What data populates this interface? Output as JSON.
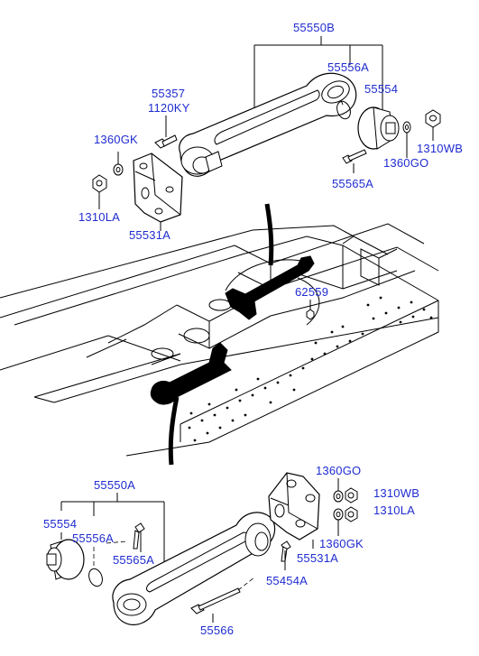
{
  "labels": {
    "p55550B": "55550B",
    "p55556A_top": "55556A",
    "p55554_top": "55554",
    "p55357": "55357",
    "p1120KY": "1120KY",
    "p1360GK_top": "1360GK",
    "p1310WB_top": "1310WB",
    "p1360GO_top": "1360GO",
    "p55565A_top": "55565A",
    "p1310LA_top": "1310LA",
    "p55531A_top": "55531A",
    "p62559": "62559",
    "p55550A": "55550A",
    "p55554_bot": "55554",
    "p55556A_bot": "55556A",
    "p55565A_bot": "55565A",
    "p1360GO_bot": "1360GO",
    "p1310WB_bot": "1310WB",
    "p1310LA_bot": "1310LA",
    "p1360GK_bot": "1360GK",
    "p55531A_bot": "55531A",
    "p55454A": "55454A",
    "p55566": "55566"
  },
  "colors": {
    "label": "#1f2cd0",
    "line": "#000000",
    "part_fill": "#ffffff"
  }
}
